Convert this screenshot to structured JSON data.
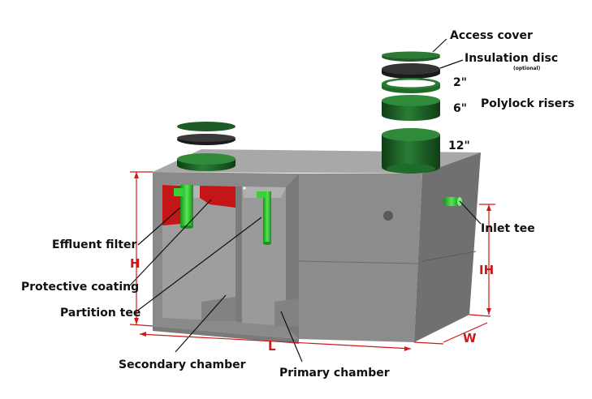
{
  "labels": {
    "access_cover": "Access cover",
    "insulation_disc": "Insulation disc",
    "optional": "(optional)",
    "riser_2": "2\"",
    "riser_6": "6\"",
    "riser_12": "12\"",
    "polylock_risers": "Polylock risers",
    "inlet_tee": "Inlet tee",
    "effluent_filter": "Effluent filter",
    "protective_coating": "Protective coating",
    "partition_tee": "Partition tee",
    "secondary_chamber": "Secondary chamber",
    "primary_chamber": "Primary chamber"
  },
  "dimensions": {
    "height": "H",
    "length": "L",
    "width": "W",
    "inlet_height": "IH"
  },
  "colors": {
    "tank_front": "#8a8a8a",
    "tank_top": "#a6a6a6",
    "tank_side": "#6f6f6f",
    "interior": "#9c9c9c",
    "riser_green": "#1f6b2a",
    "riser_dark": "#0f3d16",
    "pipe_green": "#2fcf2f",
    "coating_red": "#c41616",
    "dimension_red": "#d01818",
    "disc_black": "#1a1a1a"
  }
}
